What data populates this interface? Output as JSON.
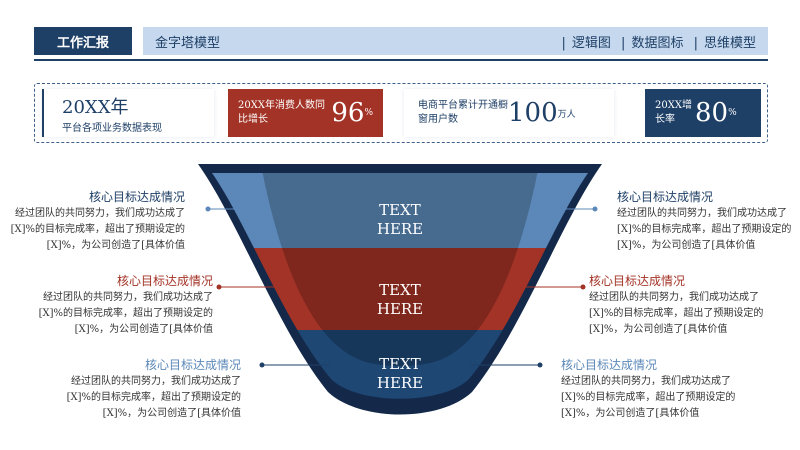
{
  "header": {
    "section": "工作汇报",
    "title": "金字塔模型",
    "nav": [
      "逻辑图",
      "数据图标",
      "思维模型"
    ]
  },
  "stats": {
    "intro": {
      "year": "20XX年",
      "desc": "平台各项业务数据表现"
    },
    "card1": {
      "label": "20XX年消费人数同比增长",
      "value": "96",
      "unit": "%"
    },
    "card2": {
      "label": "电商平台累计开通橱窗用户数",
      "value": "100",
      "unit": "万人"
    },
    "card3": {
      "label": "20XX增长率",
      "value": "80",
      "unit": "%"
    }
  },
  "funnel": {
    "layers": [
      "TEXT HERE",
      "TEXT HERE",
      "TEXT HERE"
    ]
  },
  "items": [
    {
      "title": "核心目标达成情况",
      "lines": [
        "经过团队的共同努力，我们成功达成了",
        "[X]%的目标完成率，超出了预期设定的",
        "[X]%，为公司创造了[具体价值"
      ]
    }
  ],
  "colors": {
    "navy": "#1e3f66",
    "red": "#a33326",
    "blue": "#5b88b8"
  }
}
